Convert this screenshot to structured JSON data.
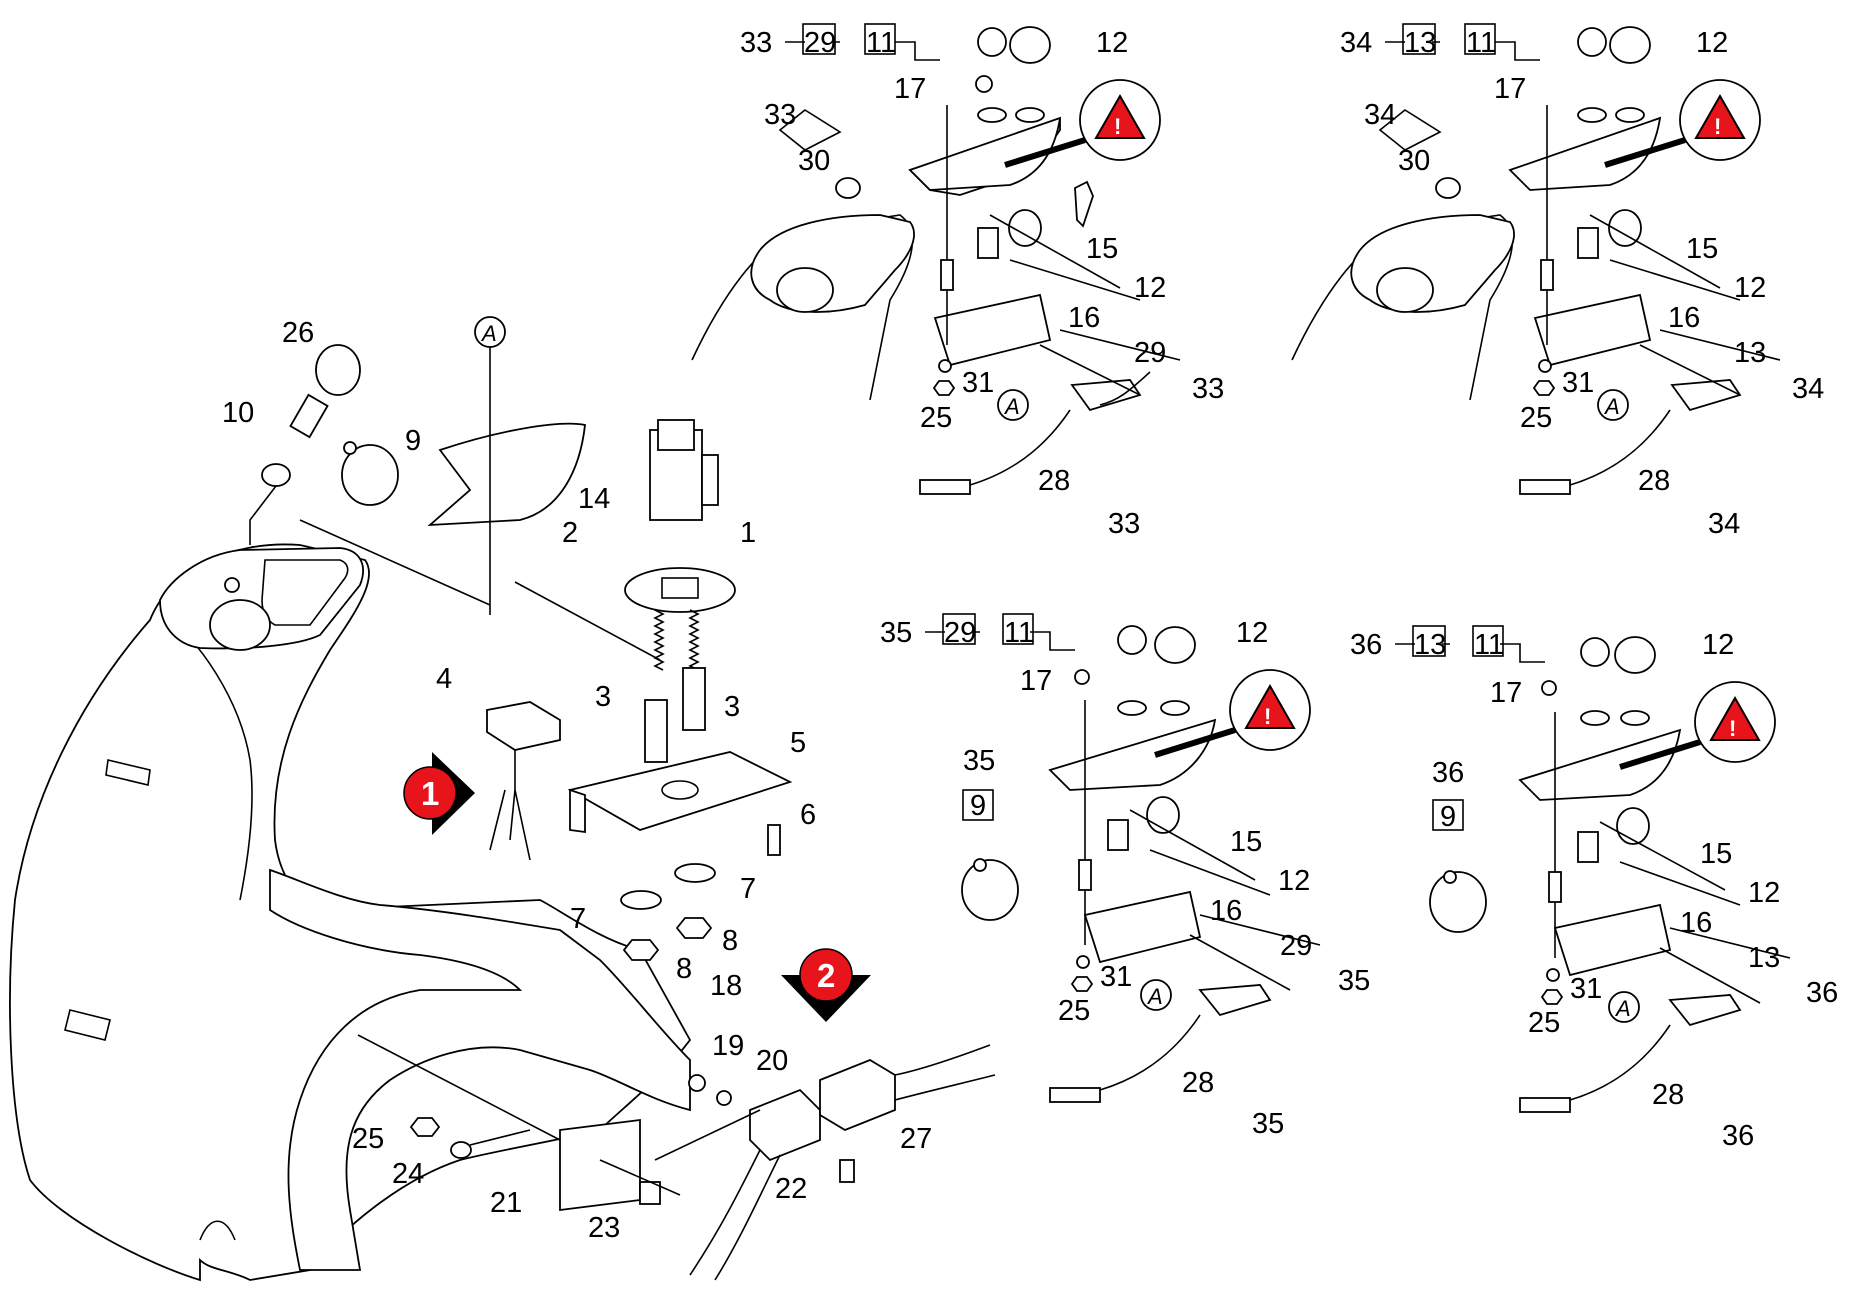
{
  "callouts": {
    "main": [
      "26",
      "10",
      "9",
      "A",
      "14",
      "1",
      "2",
      "4",
      "3",
      "3",
      "5",
      "6",
      "7",
      "7",
      "8",
      "8",
      "18",
      "19",
      "20",
      "27",
      "25",
      "24",
      "21",
      "23",
      "22"
    ],
    "badges": [
      "1",
      "2"
    ],
    "detail_33": {
      "top_chain": [
        "33",
        "29",
        "11"
      ],
      "labels": [
        "12",
        "17",
        "33",
        "30",
        "15",
        "12",
        "16",
        "29",
        "33",
        "31",
        "25",
        "A",
        "28",
        "33"
      ]
    },
    "detail_34": {
      "top_chain": [
        "34",
        "13",
        "11"
      ],
      "labels": [
        "12",
        "17",
        "34",
        "30",
        "15",
        "12",
        "16",
        "13",
        "34",
        "31",
        "25",
        "A",
        "28",
        "34"
      ]
    },
    "detail_35": {
      "top_chain": [
        "35",
        "29",
        "11"
      ],
      "labels": [
        "12",
        "17",
        "35",
        "9",
        "15",
        "12",
        "16",
        "29",
        "35",
        "31",
        "25",
        "A",
        "28",
        "35"
      ]
    },
    "detail_36": {
      "top_chain": [
        "36",
        "13",
        "11"
      ],
      "labels": [
        "12",
        "17",
        "36",
        "9",
        "15",
        "12",
        "16",
        "13",
        "36",
        "31",
        "25",
        "A",
        "28",
        "36"
      ]
    }
  },
  "colors": {
    "badge": "#e8141c",
    "warning_triangle": "#e8141c",
    "line": "#000000"
  },
  "icons": [
    "warning-triangle-icon",
    "numbered-badge-icon",
    "arrow-right-icon",
    "arrow-down-icon"
  ]
}
